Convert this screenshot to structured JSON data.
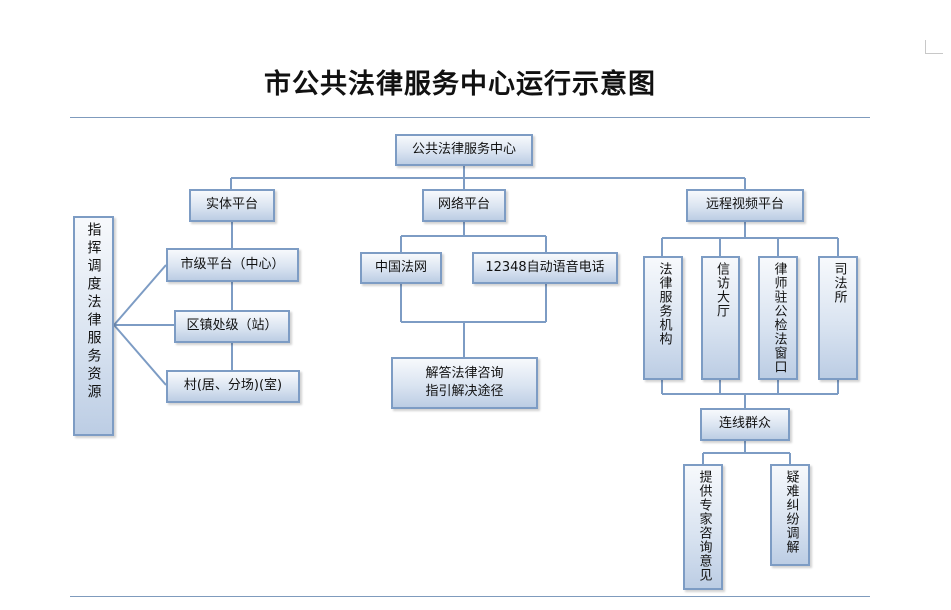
{
  "title": "市公共法律服务中心运行示意图",
  "nodes": {
    "center": "公共法律服务中心",
    "physical": "实体平台",
    "network": "网络平台",
    "remote": "远程视频平台",
    "resources": "指挥调度法律服务资源",
    "city": "市级平台（中心）",
    "district": "区镇处级（站）",
    "village": "村(居、分场)(室)",
    "china_law_net": "中国法网",
    "hotline": "12348自动语音电话",
    "answer_line1": "解答法律咨询",
    "answer_line2": "指引解决途径",
    "legal_services": "法律服务机构",
    "petition_hall": "信访大厅",
    "lawyer_window": "律师驻公检法窗口",
    "justice_office": "司法所",
    "connect_public": "连线群众",
    "expert_advice": "提供专家咨询意见",
    "dispute_mediation": "疑难纠纷调解"
  }
}
